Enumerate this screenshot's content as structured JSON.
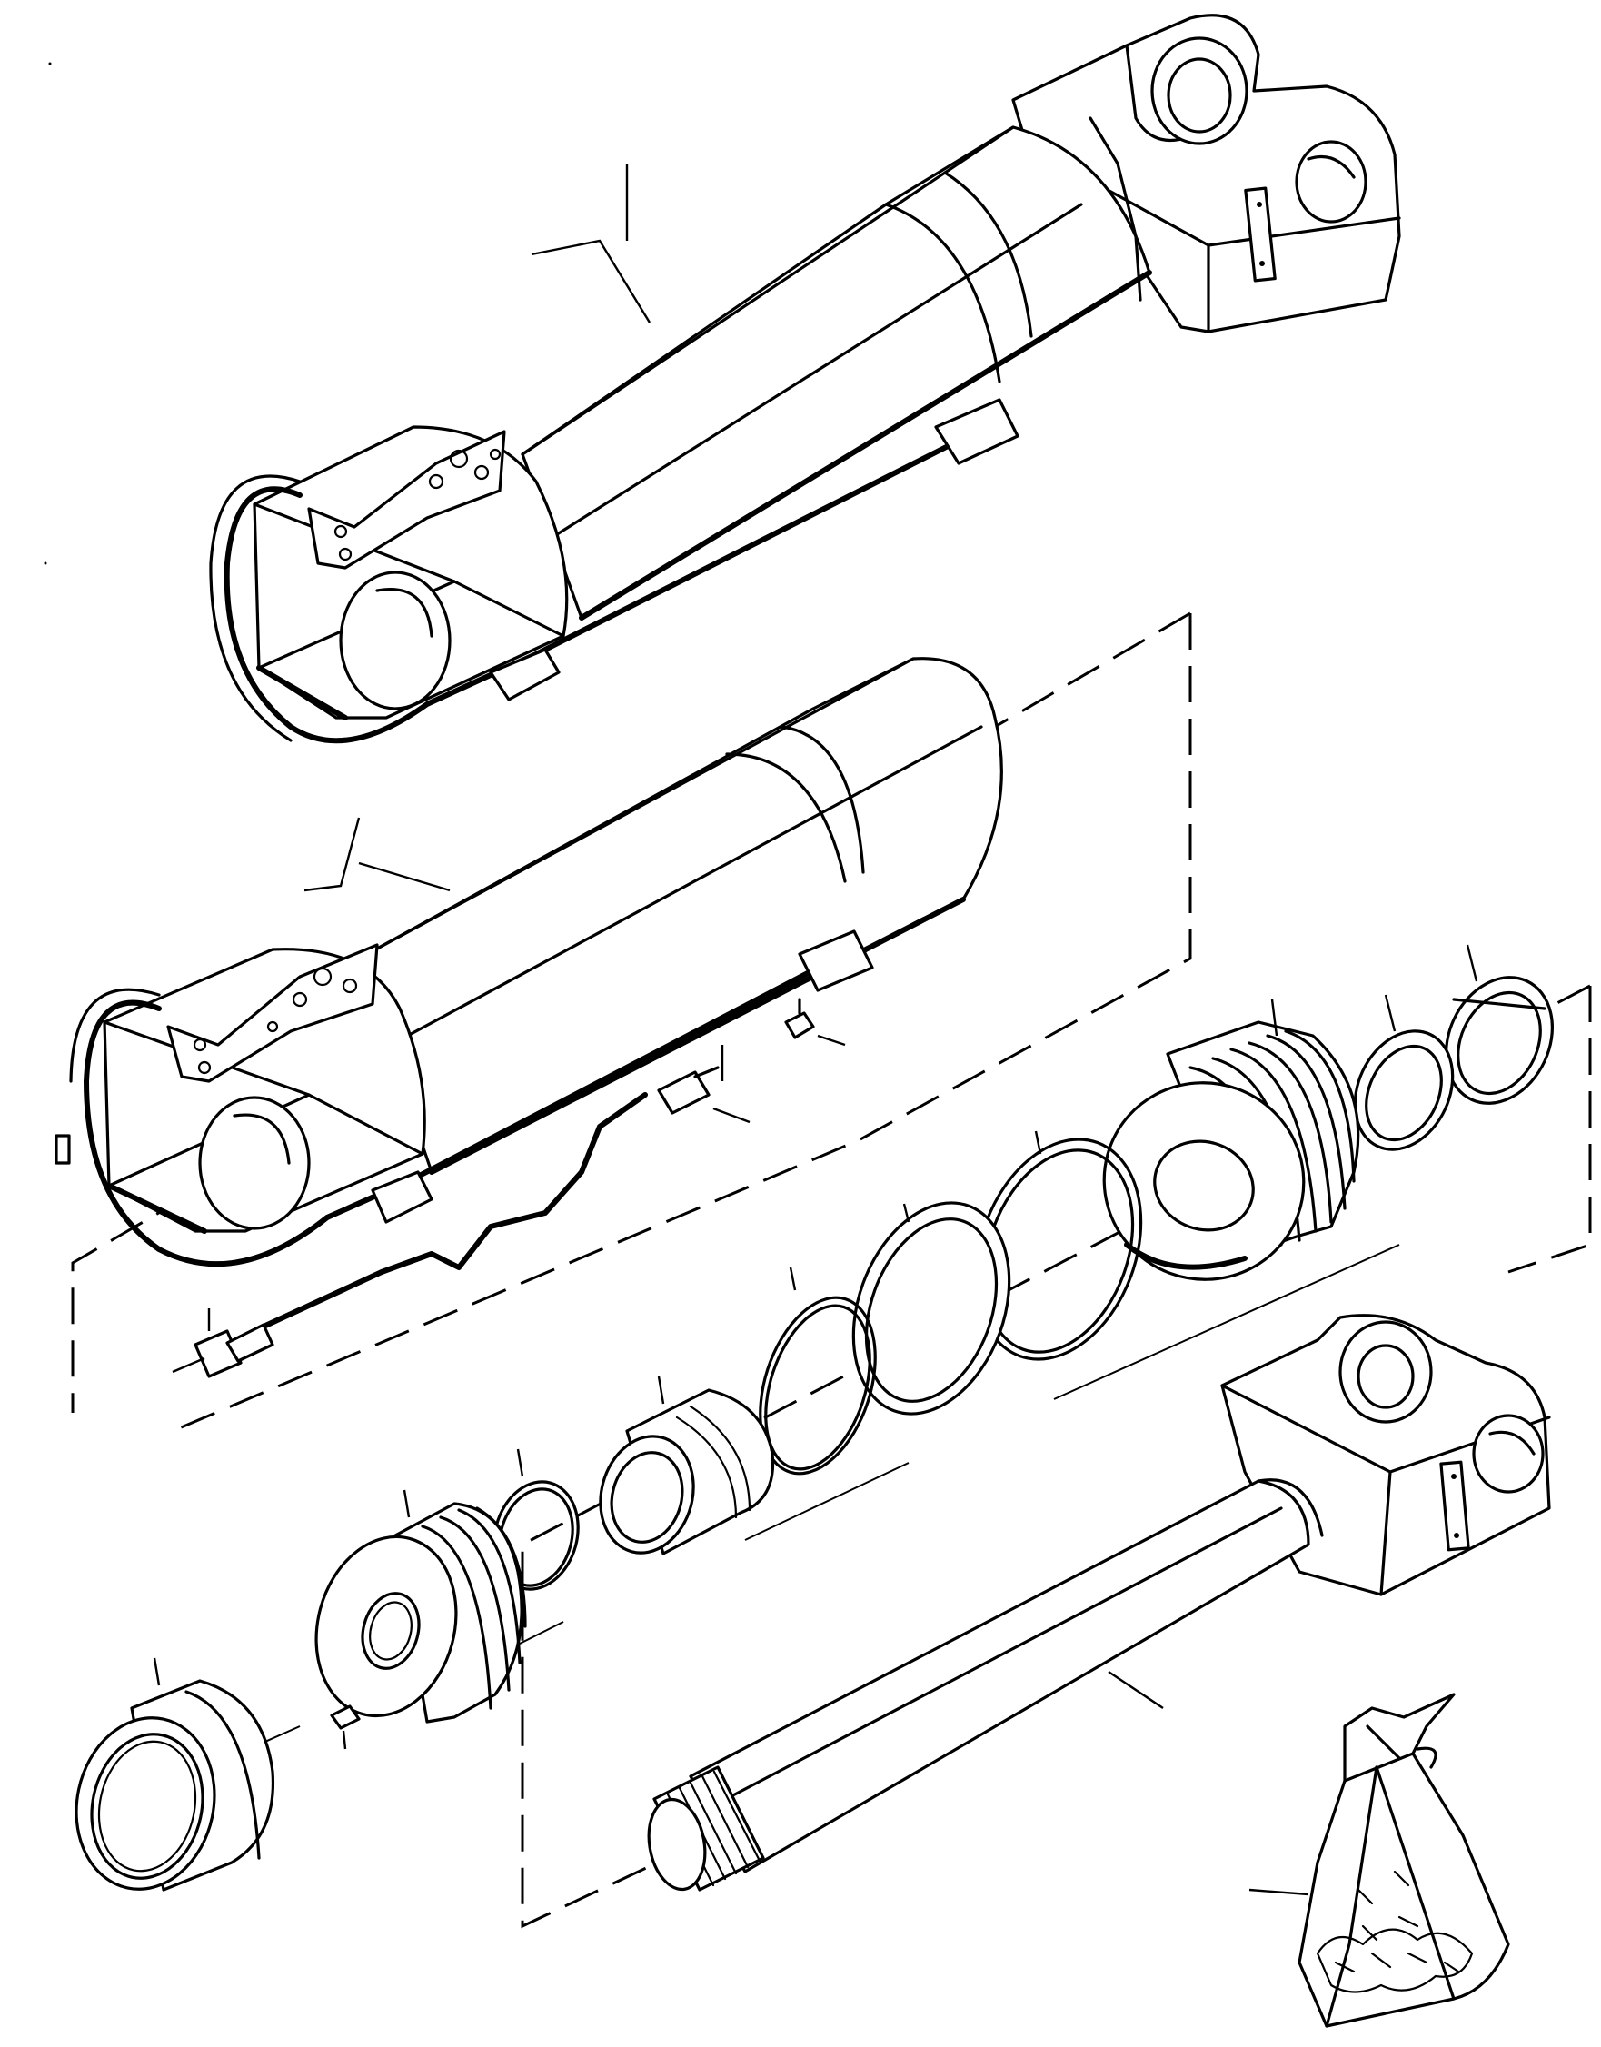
{
  "diagram": {
    "type": "exploded-parts-view",
    "subject": "hydraulic-cylinder-assembly",
    "components": [
      {
        "id": "cylinder-assembly-complete",
        "kind": "assembly"
      },
      {
        "id": "cylinder-tube-with-lines",
        "kind": "tube"
      },
      {
        "id": "grease-fitting",
        "kind": "fitting"
      },
      {
        "id": "tube-fitting",
        "kind": "fitting"
      },
      {
        "id": "elbow-fitting",
        "kind": "fitting"
      },
      {
        "id": "hydraulic-line",
        "kind": "line"
      },
      {
        "id": "wear-ring",
        "kind": "ring"
      },
      {
        "id": "rod-seal-ring",
        "kind": "ring"
      },
      {
        "id": "piston",
        "kind": "piston"
      },
      {
        "id": "o-ring-large",
        "kind": "seal"
      },
      {
        "id": "backup-ring",
        "kind": "seal"
      },
      {
        "id": "o-ring",
        "kind": "seal"
      },
      {
        "id": "spacer-sleeve",
        "kind": "sleeve"
      },
      {
        "id": "o-ring-small",
        "kind": "seal"
      },
      {
        "id": "cylinder-head",
        "kind": "head"
      },
      {
        "id": "set-screw",
        "kind": "fastener"
      },
      {
        "id": "retaining-nut",
        "kind": "nut"
      },
      {
        "id": "piston-rod",
        "kind": "rod"
      },
      {
        "id": "seal-kit",
        "kind": "kit"
      }
    ]
  }
}
